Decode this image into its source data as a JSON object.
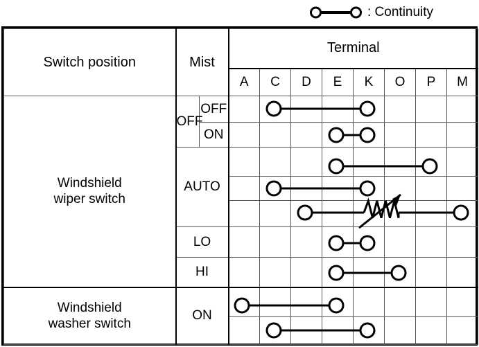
{
  "legend": {
    "symbol_name": "continuity-symbol",
    "text": ": Continuity"
  },
  "table": {
    "header": {
      "switch_position": "Switch position",
      "mist": "Mist",
      "terminal": "Terminal",
      "terminals": [
        "A",
        "C",
        "D",
        "E",
        "K",
        "O",
        "P",
        "M"
      ]
    },
    "rows": [
      {
        "position": "Windshield\nwiper switch",
        "mist": "OFF",
        "sub": "OFF"
      },
      {
        "position": "",
        "mist": "",
        "sub": "ON"
      },
      {
        "position": "",
        "mist": "AUTO",
        "sub": ""
      },
      {
        "position": "",
        "mist": "",
        "sub": ""
      },
      {
        "position": "",
        "mist": "",
        "sub": ""
      },
      {
        "position": "",
        "mist": "LO",
        "sub": ""
      },
      {
        "position": "",
        "mist": "HI",
        "sub": ""
      },
      {
        "position": "Windshield\nwasher switch",
        "mist": "ON",
        "sub": ""
      },
      {
        "position": "",
        "mist": "",
        "sub": ""
      }
    ],
    "position_labels": {
      "wiper": "Windshield wiper switch",
      "wiper_line1": "Windshield",
      "wiper_line2": "wiper switch",
      "washer_line1": "Windshield",
      "washer_line2": "washer switch"
    },
    "mist_labels": {
      "off": "OFF",
      "on": "ON",
      "auto": "AUTO",
      "lo": "LO",
      "hi": "HI",
      "washer_on": "ON"
    },
    "sub_labels": {
      "off": "OFF",
      "on": "ON"
    }
  },
  "continuity": [
    {
      "name": "off-off-c-k",
      "row": 0,
      "from": "C",
      "to": "K",
      "variable": false
    },
    {
      "name": "off-on-e-k",
      "row": 1,
      "from": "E",
      "to": "K",
      "variable": false
    },
    {
      "name": "auto-1-e-p",
      "row": 2,
      "from": "E",
      "to": "P",
      "variable": false
    },
    {
      "name": "auto-2-c-k",
      "row": 3,
      "from": "C",
      "to": "K",
      "variable": false
    },
    {
      "name": "auto-3-d-m",
      "row": 4,
      "from": "D",
      "to": "M",
      "variable": true
    },
    {
      "name": "lo-e-k",
      "row": 5,
      "from": "E",
      "to": "K",
      "variable": false
    },
    {
      "name": "hi-e-o",
      "row": 6,
      "from": "E",
      "to": "O",
      "variable": false
    },
    {
      "name": "washer-on-a-e",
      "row": 7,
      "from": "A",
      "to": "E",
      "variable": false
    },
    {
      "name": "washer-on-c-k",
      "row": 8,
      "from": "C",
      "to": "K",
      "variable": false
    }
  ],
  "geometry": {
    "column_centers": {
      "A": 349,
      "C": 395,
      "D": 440,
      "E": 485,
      "K": 530,
      "O": 575,
      "P": 620,
      "M": 665
    },
    "row_centers": [
      157,
      195,
      240,
      272,
      307,
      351,
      394,
      441,
      477
    ],
    "node_radius": 10,
    "wire_color": "#000000"
  }
}
